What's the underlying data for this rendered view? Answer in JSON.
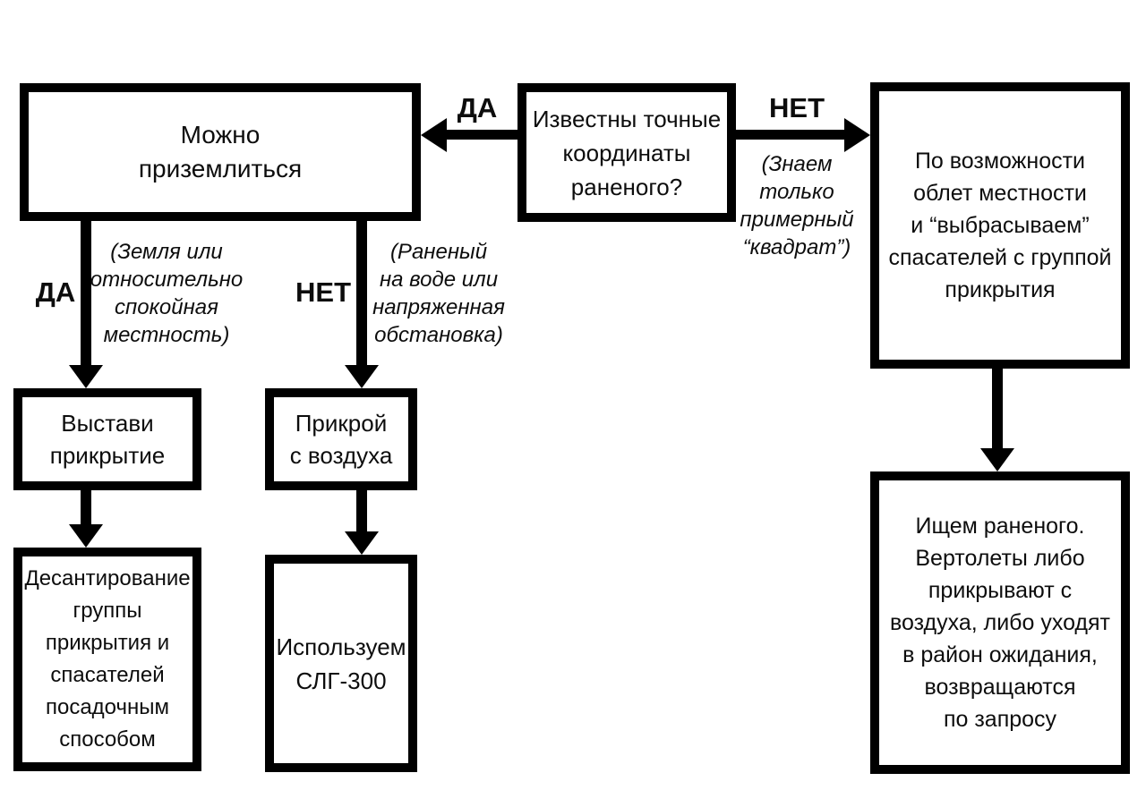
{
  "diagram": {
    "type": "flowchart",
    "language": "ru",
    "colors": {
      "line": "#000000",
      "background": "#ffffff",
      "text": "#0d0d0d"
    },
    "nodes": {
      "coords_known": "Известны точные\nкоординаты\nраненого?",
      "can_land": "Можно\nприземлиться",
      "overfly": "По возможности\nоблет местности\nи “выбрасываем”\nспасателей с группой\nприкрытия",
      "set_cover": "Выстави\nприкрытие",
      "cover_air": "Прикрой\nс воздуха",
      "landing": "Десантирование\nгруппы\nприкрытия и\nспасателей\nпосадочным\nспособом",
      "slg300": "Используем\nСЛГ-300",
      "search": "Ищем раненого.\nВертолеты либо\nприкрывают с\nвоздуха, либо уходят\nв район ожидания,\nвозвращаются\nпо запросу"
    },
    "labels": {
      "yes_top": "ДА",
      "no_top": "НЕТ",
      "yes_left": "ДА",
      "no_mid": "НЕТ"
    },
    "notes": {
      "approx_square": "(Знаем\nтолько\nпримерный\n“квадрат”)",
      "calm_terrain": "(Земля или\nотносительно\nспокойная\nместность)",
      "on_water": "(Раненый\nна воде или\nнапряженная\nобстановка)"
    }
  }
}
